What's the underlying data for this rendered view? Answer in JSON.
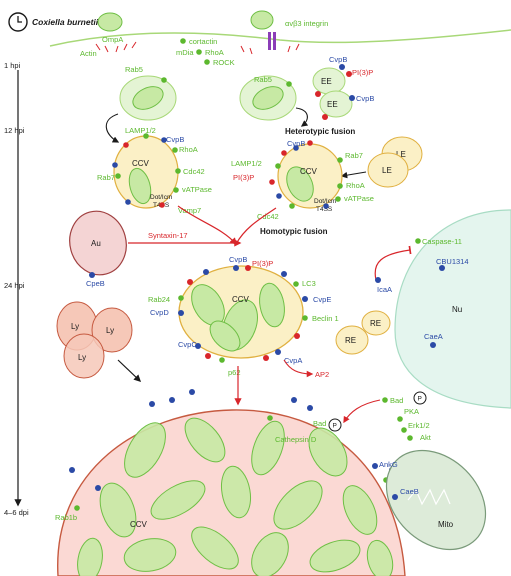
{
  "title": "Coxiella burnetii",
  "integrin": "αvβ3 integrin",
  "timepoints": [
    "1 hpi",
    "12 hpi",
    "24 hpi",
    "4–6 dpi"
  ],
  "host_proteins_top": [
    "OmpA",
    "Actin",
    "cortactin",
    "mDia",
    "RhoA",
    "ROCK"
  ],
  "early": {
    "rab5_left": "Rab5",
    "rab5_right": "Rab5",
    "ee": "EE",
    "cvpb": "CvpB",
    "pi3p": "PI(3)P",
    "heterotypic": "Heterotypic fusion",
    "le": "LE"
  },
  "ccv12": {
    "ccv": "CCV",
    "lamp": "LAMP1/2",
    "cvpb": "CvpB",
    "rhoa": "RhoA",
    "rab7": "Rab7",
    "cdc42": "Cdc42",
    "vatpase": "vATPase",
    "dot": "Dot/Icm",
    "t4ss": "T4SS",
    "vamp": "Vamp7",
    "pi3p": "PI(3)P",
    "homotypic": "Homotypic fusion"
  },
  "mid": {
    "syntaxin": "Syntaxin-17",
    "au": "Au",
    "cpeb": "CpeB",
    "caspase": "Caspase-11",
    "icaa": "IcaA",
    "nu": "Nu",
    "cbu1314": "CBU1314",
    "caea": "CaeA"
  },
  "ccv24": {
    "ccv": "CCV",
    "cvpb": "CvpB",
    "pi3p": "PI(3)P",
    "lc3": "LC3",
    "rab24": "Rab24",
    "cvpd": "CvpD",
    "cvpe": "CvpE",
    "beclin": "Beclin 1",
    "cvpc": "CvpC",
    "p62": "p62",
    "cvpa": "CvpA",
    "ap2": "AP2",
    "re": "RE",
    "ly": "Ly"
  },
  "late": {
    "ccv": "CCV",
    "rab1b": "Rab1b",
    "cathepsin": "Cathepsin D",
    "bad": "Bad",
    "p": "P",
    "pka": "PKA",
    "erk": "Erk1/2",
    "akt": "Akt",
    "ankg": "AnkG",
    "caeb": "CaeB",
    "mito": "Mito"
  },
  "colors": {
    "green": "#5cb82e",
    "blue": "#2b4aa6",
    "red": "#d8262b",
    "vacuole_fill": "#fbf0c6",
    "vacuole_edge": "#e0b040",
    "bacteria": "#a8d878"
  }
}
